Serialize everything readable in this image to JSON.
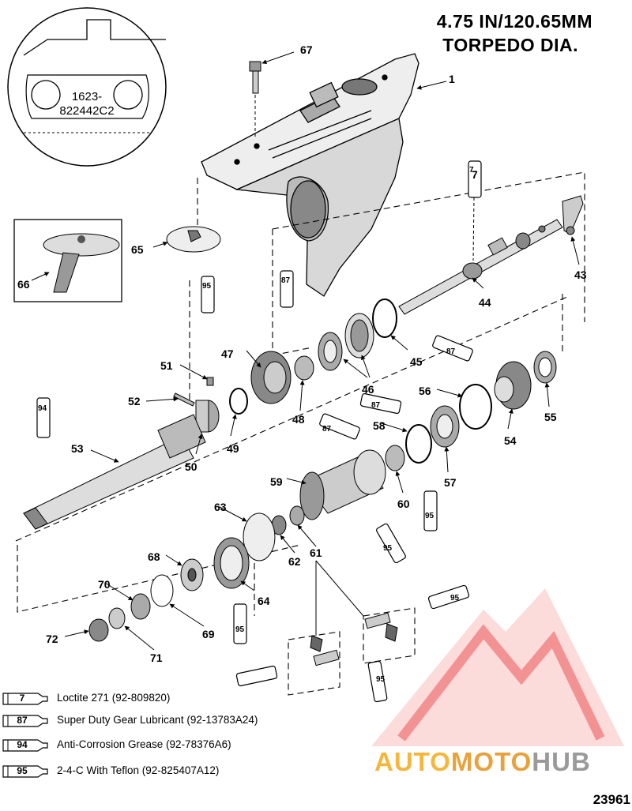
{
  "title": {
    "line1": "4.75 IN/120.65MM",
    "line2": "TORPEDO DIA."
  },
  "inset_part_number": {
    "line1": "1623-",
    "line2": "822442C2"
  },
  "figure_number": "23961",
  "part_labels": [
    "1",
    "7",
    "43",
    "44",
    "45",
    "46",
    "47",
    "48",
    "49",
    "50",
    "51",
    "52",
    "53",
    "54",
    "55",
    "56",
    "57",
    "58",
    "59",
    "60",
    "61",
    "62",
    "63",
    "64",
    "65",
    "66",
    "67",
    "68",
    "69",
    "70",
    "71",
    "72"
  ],
  "tube_labels": [
    "7",
    "87",
    "87",
    "95",
    "94",
    "87",
    "87",
    "95",
    "95",
    "95",
    "95",
    "95"
  ],
  "legend": [
    {
      "code": "7",
      "description": "Loctite 271 (92-809820)"
    },
    {
      "code": "87",
      "description": "Super Duty Gear Lubricant (92-13783A24)"
    },
    {
      "code": "94",
      "description": "Anti-Corrosion Grease (92-78376A6)"
    },
    {
      "code": "95",
      "description": "2-4-C  With Teflon (92-825407A12)"
    }
  ],
  "watermark": {
    "part1": "AUTO",
    "part2": "MOTO",
    "part3": "HUB",
    "colors": {
      "triangle": "#f08080",
      "auto": "#f4b63b",
      "moto": "#e8a23b",
      "hub": "#9a9a9a"
    }
  }
}
